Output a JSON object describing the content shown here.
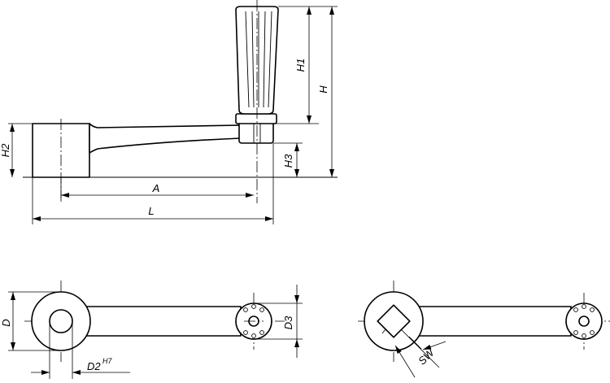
{
  "dimensions": {
    "A": "A",
    "L": "L",
    "H": "H",
    "H1": "H1",
    "H2": "H2",
    "H3": "H3",
    "D": "D",
    "D2": "D2",
    "D2_tol": "H7",
    "D3": "D3",
    "SW": "SW"
  }
}
